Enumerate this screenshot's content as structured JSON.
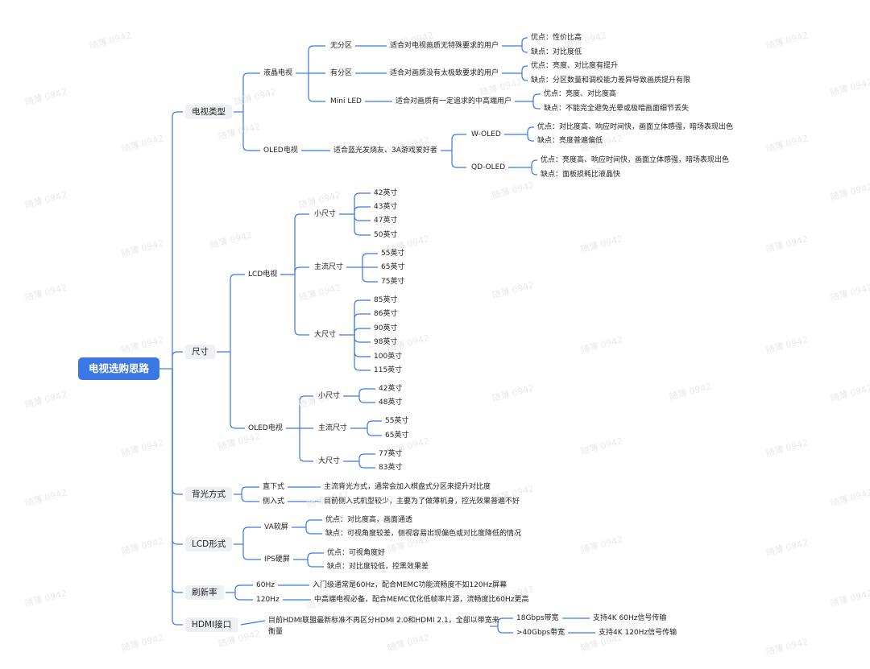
{
  "root": "电视选购思路",
  "watermark": "随薄 0942",
  "nodes": {
    "tv_type": "电视类型",
    "lcd_tv": "液晶电视",
    "no_zone": "无分区",
    "no_zone_desc": "适合对电视画质无特殊要求的用户",
    "no_zone_pro": "优点：性价比高",
    "no_zone_con": "缺点：对比度低",
    "zone": "有分区",
    "zone_desc": "适合对画质没有太极致要求的用户",
    "zone_pro": "优点：亮度、对比度有提升",
    "zone_con": "缺点：分区数量和调校能力差异导致画质提升有限",
    "miniled": "Mini LED",
    "miniled_desc": "适合对画质有一定追求的中高端用户",
    "miniled_pro": "优点：亮度、对比度高",
    "miniled_con": "缺点：不能完全避免光晕或极暗画面细节丢失",
    "oled_tv": "OLED电视",
    "oled_desc": "适合蓝光发烧友、3A游戏爱好者",
    "woled": "W-OLED",
    "woled_pro": "优点：对比度高、响应时间快，画面立体感强，暗场表现出色",
    "woled_con": "缺点：亮度普遍偏低",
    "qdoled": "QD-OLED",
    "qdoled_pro": "优点：亮度高、响应时间快，画面立体感强，暗场表现出色",
    "qdoled_con": "缺点：面板损耗比液晶快",
    "size": "尺寸",
    "lcd_size": "LCD电视",
    "lcd_small": "小尺寸",
    "s42": "42英寸",
    "s43": "43英寸",
    "s47": "47英寸",
    "s50": "50英寸",
    "lcd_main": "主流尺寸",
    "s55": "55英寸",
    "s65": "65英寸",
    "s75": "75英寸",
    "lcd_large": "大尺寸",
    "s85": "85英寸",
    "s86": "86英寸",
    "s90": "90英寸",
    "s98": "98英寸",
    "s100": "100英寸",
    "s115": "115英寸",
    "oled_size": "OLED电视",
    "oled_small": "小尺寸",
    "o42": "42英寸",
    "o48": "48英寸",
    "oled_main": "主流尺寸",
    "o55": "55英寸",
    "o65": "65英寸",
    "oled_large": "大尺寸",
    "o77": "77英寸",
    "o83": "83英寸",
    "backlight": "背光方式",
    "direct": "直下式",
    "direct_desc": "主流背光方式，通常会加入棋盘式分区来提升对比度",
    "edge": "侧入式",
    "edge_desc": "目前侧入式机型较少，主要为了做薄机身，控光效果普遍不好",
    "lcd_form": "LCD形式",
    "va": "VA软屏",
    "va_pro": "优点：对比度高，画面通透",
    "va_con": "缺点：可视角度较差，侧视容易出现偏色或对比度降低的情况",
    "ips": "IPS硬屏",
    "ips_pro": "优点：可视角度好",
    "ips_con": "缺点：对比度较低，控黑效果差",
    "refresh": "刷新率",
    "hz60": "60Hz",
    "hz60_desc": "入门级通常是60Hz，配合MEMC功能流畅度不如120Hz屏幕",
    "hz120": "120Hz",
    "hz120_desc": "中高端电视必备，配合MEMC优化低帧率片源，流畅度比60Hz更高",
    "hdmi": "HDMI接口",
    "hdmi_desc_1": "目前HDMI联盟最新标准不再区分HDMI 2.0和HDMI 2.1，全部以带宽来",
    "hdmi_desc_2": "衡量",
    "bw18": "18Gbps带宽",
    "bw18_desc": "支持4K 60Hz信号传输",
    "bw40": ">40Gbps带宽",
    "bw40_desc": "支持4K 120Hz信号传输"
  }
}
